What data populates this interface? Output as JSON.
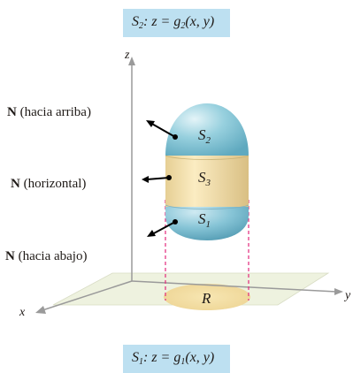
{
  "top_box": {
    "S": "S",
    "sub": "2",
    "mid": ": z = g",
    "sub2": "2",
    "tail": "(x, y)"
  },
  "bottom_box": {
    "S": "S",
    "sub": "1",
    "mid": ": z = g",
    "sub2": "1",
    "tail": "(x, y)"
  },
  "normals": {
    "up_bold": "N",
    "up_text": " (hacia arriba)",
    "horiz_bold": "N",
    "horiz_text": " (horizontal)",
    "down_bold": "N",
    "down_text": " (hacia abajo)"
  },
  "axes": {
    "x": "x",
    "y": "y",
    "z": "z"
  },
  "surfaces": {
    "s2": "S",
    "s2_sub": "2",
    "s3": "S",
    "s3_sub": "3",
    "s1": "S",
    "s1_sub": "1"
  },
  "region": "R",
  "colors": {
    "label_bg": "#bde0f1",
    "cap": "#7fc3d6",
    "band": "#f0dca6",
    "plane": "#eaf0d8",
    "region": "#f3dfa4",
    "dash": "#e2297b"
  }
}
